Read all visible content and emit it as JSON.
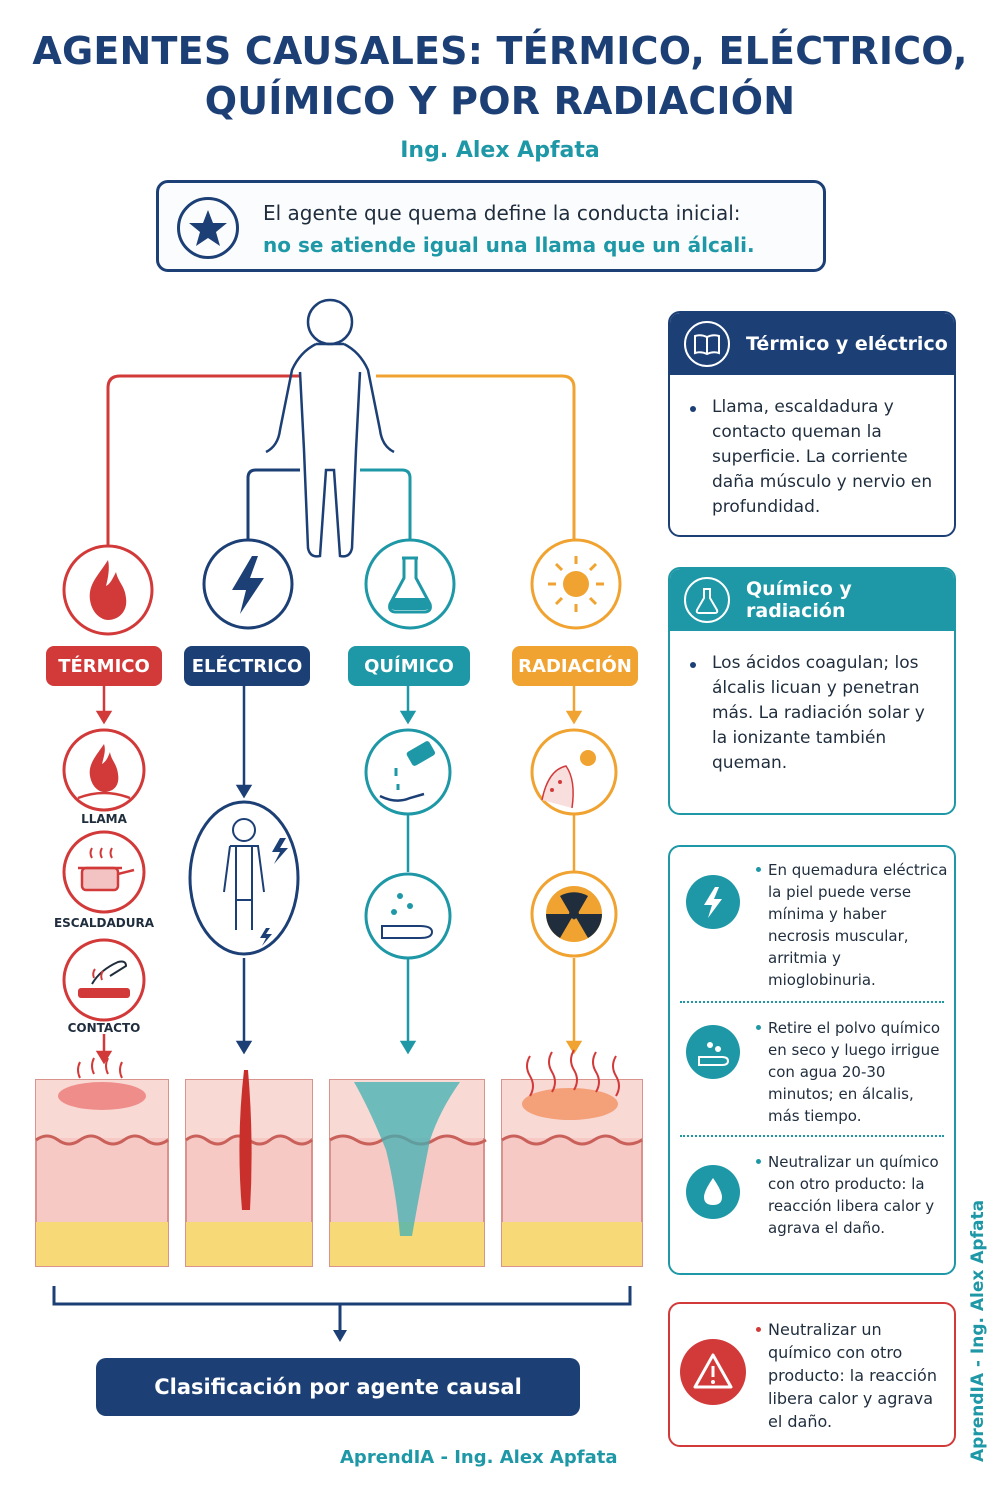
{
  "title_line1": "AGENTES CAUSALES: TÉRMICO, ELÉCTRICO,",
  "title_line2": "QUÍMICO Y POR RADIACIÓN",
  "author": "Ing. Alex Apfata",
  "key_message": {
    "line1": "El agente que quema define la conducta inicial:",
    "line2": "no se atiende igual una llama que un álcali."
  },
  "agents": {
    "thermal": "TÉRMICO",
    "electric": "ELÉCTRICO",
    "chemical": "QUÍMICO",
    "radiation": "RADIACIÓN"
  },
  "thermal_subtypes": [
    "LLAMA",
    "ESCALDADURA",
    "CONTACTO"
  ],
  "cards": {
    "thermal_electric": {
      "title": "Térmico y eléctrico",
      "text": "Llama, escaldadura y contacto queman la superficie. La corriente daña músculo y nervio en profundidad."
    },
    "chemical_radiation": {
      "title": "Químico y radiación",
      "text": "Los ácidos coagulan; los álcalis licuan y penetran más. La radiación solar y la ionizante también queman."
    }
  },
  "tips": [
    "En quemadura eléctrica la piel puede verse mínima y haber necrosis muscular, arritmia y mioglobinuria.",
    "Retire el polvo químico en seco y luego irrigue con agua 20-30 minutos; en álcalis, más tiempo.",
    "Neutralizar un químico con otro producto: la reacción libera calor y agrava el daño."
  ],
  "warning": "Neutralizar un químico con otro producto: la reacción libera calor y agrava el daño.",
  "classification": "Clasificación por agente causal",
  "footer": "AprendIA - Ing. Alex Apfata",
  "side_credit": "AprendIA - Ing. Alex Apfata",
  "colors": {
    "navy": "#1c3f76",
    "teal": "#1e98a6",
    "red": "#d23a3a",
    "orange": "#f0a330"
  },
  "icons": [
    "star-icon",
    "human-figure-icon",
    "flame-icon",
    "lightning-icon",
    "flask-icon",
    "sun-icon",
    "pot-icon",
    "hand-contact-icon",
    "pouring-bottle-icon",
    "hand-drops-icon",
    "sunburn-icon",
    "radiation-icon",
    "book-icon",
    "water-drop-icon",
    "warning-icon"
  ]
}
